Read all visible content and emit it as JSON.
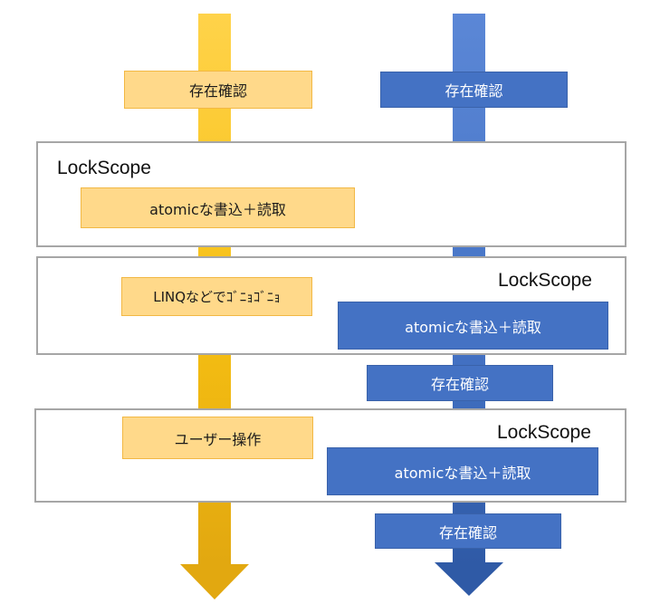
{
  "colors": {
    "yellow_arrow": "#f5bd1c",
    "blue_arrow": "#4a78c9",
    "yellow_box": "#ffd98a",
    "blue_box": "#4472c4",
    "scope_border": "#a6a6a6"
  },
  "left_flow": {
    "exist_check": "存在確認",
    "linq_work": "LINQなどでｺﾞﾆｮｺﾞﾆｮ",
    "user_operation": "ユーザー操作"
  },
  "right_flow": {
    "exist_check_1": "存在確認",
    "exist_check_2": "存在確認",
    "exist_check_3": "存在確認"
  },
  "scopes": [
    {
      "label": "LockScope",
      "action": "atomicな書込＋読取"
    },
    {
      "label": "LockScope",
      "action": "atomicな書込＋読取"
    },
    {
      "label": "LockScope",
      "action": "atomicな書込＋読取"
    }
  ]
}
